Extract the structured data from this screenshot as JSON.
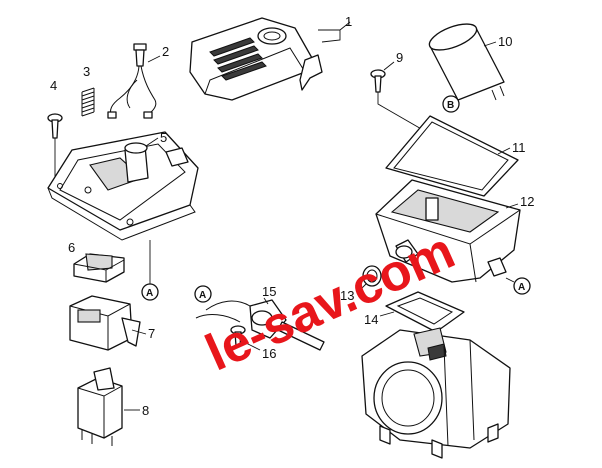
{
  "labels": {
    "n1": "1",
    "n2": "2",
    "n3": "3",
    "n4": "4",
    "n5": "5",
    "n6": "6",
    "n7": "7",
    "n8": "8",
    "n9": "9",
    "n10": "10",
    "n11": "11",
    "n12": "12",
    "n13": "13",
    "n14": "14",
    "n15": "15",
    "n16": "16"
  },
  "markers": {
    "a": "A",
    "b": "B"
  },
  "watermark": {
    "text": "le-sav.com",
    "color": "#e8161b"
  }
}
